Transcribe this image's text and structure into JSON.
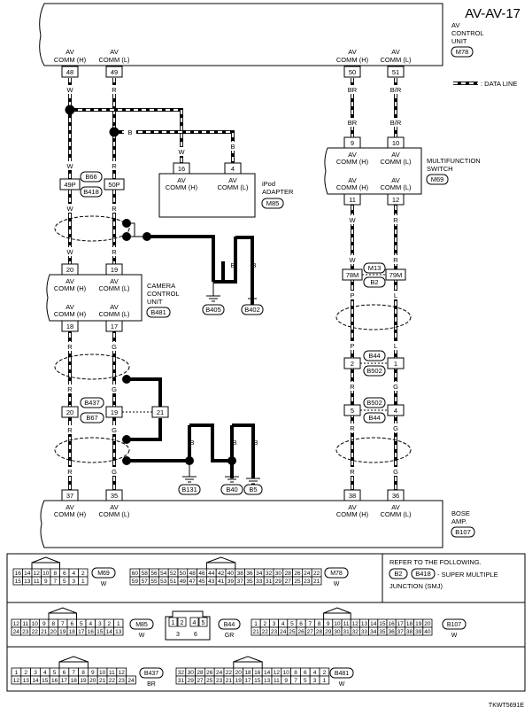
{
  "page": {
    "title": "AV-AV-17",
    "footer_code": "TKWT5691E",
    "data_line_legend": ": DATA LINE"
  },
  "units": {
    "av_control": {
      "line1": "AV",
      "line2": "CONTROL",
      "line3": "UNIT",
      "connector": "M78"
    },
    "ipod": {
      "line1": "iPod",
      "line2": "ADAPTER",
      "connector": "M85"
    },
    "multifunction": {
      "line1": "MULTIFUNCTION",
      "line2": "SWITCH",
      "connector": "M69"
    },
    "camera": {
      "line1": "CAMERA",
      "line2": "CONTROL",
      "line3": "UNIT",
      "connector": "B481"
    },
    "bose": {
      "line1": "BOSE",
      "line2": "AMP.",
      "connector": "B107"
    }
  },
  "signals": {
    "av": "AV",
    "comm_h": "COMM (H)",
    "comm_l": "COMM (L)"
  },
  "pins": {
    "p48": "48",
    "p49": "49",
    "p50": "50",
    "p51": "51",
    "p16": "16",
    "p4": "4",
    "p9": "9",
    "p10": "10",
    "p11": "11",
    "p12": "12",
    "p49p": "49P",
    "p50p": "50P",
    "p20": "20",
    "p19": "19",
    "p18": "18",
    "p17": "17",
    "p20b": "20",
    "p19b": "19",
    "p21": "21",
    "p78m": "78M",
    "p79m": "79M",
    "p2": "2",
    "p1": "1",
    "p5": "5",
    "p4b": "4",
    "p37": "37",
    "p35": "35",
    "p38": "38",
    "p36": "36"
  },
  "colors": {
    "w": "W",
    "r": "R",
    "b": "B",
    "br": "BR",
    "b_r": "B/R",
    "p": "P",
    "l": "L",
    "g": "G"
  },
  "junctions": {
    "b66": "B66",
    "b418": "B418",
    "m13": "M13",
    "b2": "B2",
    "b44": "B44",
    "b502": "B502",
    "b437": "B437",
    "b67": "B67",
    "b502b": "B502",
    "b44b": "B44"
  },
  "grounds": {
    "b405": "B405",
    "b402": "B402",
    "b131": "B131",
    "b40": "B40",
    "b5": "B5"
  },
  "reference": {
    "line1": "REFER TO THE FOLLOWING.",
    "b2": "B2",
    "b418": "B418",
    "line2": "- SUPER MULTIPLE",
    "line3": "JUNCTION (SMJ)"
  },
  "connectors": {
    "m69": {
      "name": "M69",
      "color": "W",
      "row1": [
        "16",
        "14",
        "12",
        "10",
        "8",
        "6",
        "4",
        "2"
      ],
      "row2": [
        "15",
        "13",
        "11",
        "9",
        "7",
        "5",
        "3",
        "1"
      ]
    },
    "m78": {
      "name": "M78",
      "color": "W",
      "row1": [
        "60",
        "58",
        "56",
        "54",
        "52",
        "50",
        "48",
        "46",
        "44",
        "42",
        "40",
        "38",
        "36",
        "34",
        "32",
        "30",
        "28",
        "26",
        "24",
        "22"
      ],
      "row2": [
        "59",
        "57",
        "55",
        "53",
        "51",
        "49",
        "47",
        "45",
        "43",
        "41",
        "39",
        "37",
        "35",
        "33",
        "31",
        "29",
        "27",
        "25",
        "23",
        "21"
      ]
    },
    "m85": {
      "name": "M85",
      "color": "W",
      "row1": [
        "12",
        "11",
        "10",
        "9",
        "8",
        "7",
        "6",
        "5",
        "4",
        "3",
        "2",
        "1"
      ],
      "row2": [
        "24",
        "23",
        "22",
        "21",
        "20",
        "19",
        "18",
        "17",
        "16",
        "15",
        "14",
        "13"
      ]
    },
    "b44": {
      "name": "B44",
      "color": "GR",
      "row1": [
        "1",
        "2",
        "4",
        "5"
      ],
      "row2": [
        "3",
        "6"
      ]
    },
    "b107": {
      "name": "B107",
      "color": "W",
      "row1": [
        "1",
        "2",
        "3",
        "4",
        "5",
        "6",
        "7",
        "8",
        "9",
        "10",
        "11",
        "12",
        "13",
        "14",
        "15",
        "16",
        "17",
        "18",
        "19",
        "20"
      ],
      "row2": [
        "21",
        "22",
        "23",
        "24",
        "25",
        "26",
        "27",
        "28",
        "29",
        "30",
        "31",
        "32",
        "33",
        "34",
        "35",
        "36",
        "37",
        "38",
        "39",
        "40"
      ]
    },
    "b437": {
      "name": "B437",
      "color": "BR",
      "row1": [
        "1",
        "2",
        "3",
        "4",
        "5",
        "6",
        "7",
        "8",
        "9",
        "10",
        "11",
        "12"
      ],
      "row2": [
        "12",
        "13",
        "14",
        "15",
        "16",
        "17",
        "18",
        "19",
        "20",
        "21",
        "22",
        "23",
        "24"
      ]
    },
    "b481": {
      "name": "B481",
      "color": "W",
      "row1": [
        "32",
        "30",
        "28",
        "26",
        "24",
        "22",
        "20",
        "18",
        "16",
        "14",
        "12",
        "10",
        "8",
        "6",
        "4",
        "2"
      ],
      "row2": [
        "31",
        "29",
        "27",
        "25",
        "23",
        "21",
        "19",
        "17",
        "15",
        "13",
        "11",
        "9",
        "7",
        "5",
        "3",
        "1"
      ]
    }
  }
}
